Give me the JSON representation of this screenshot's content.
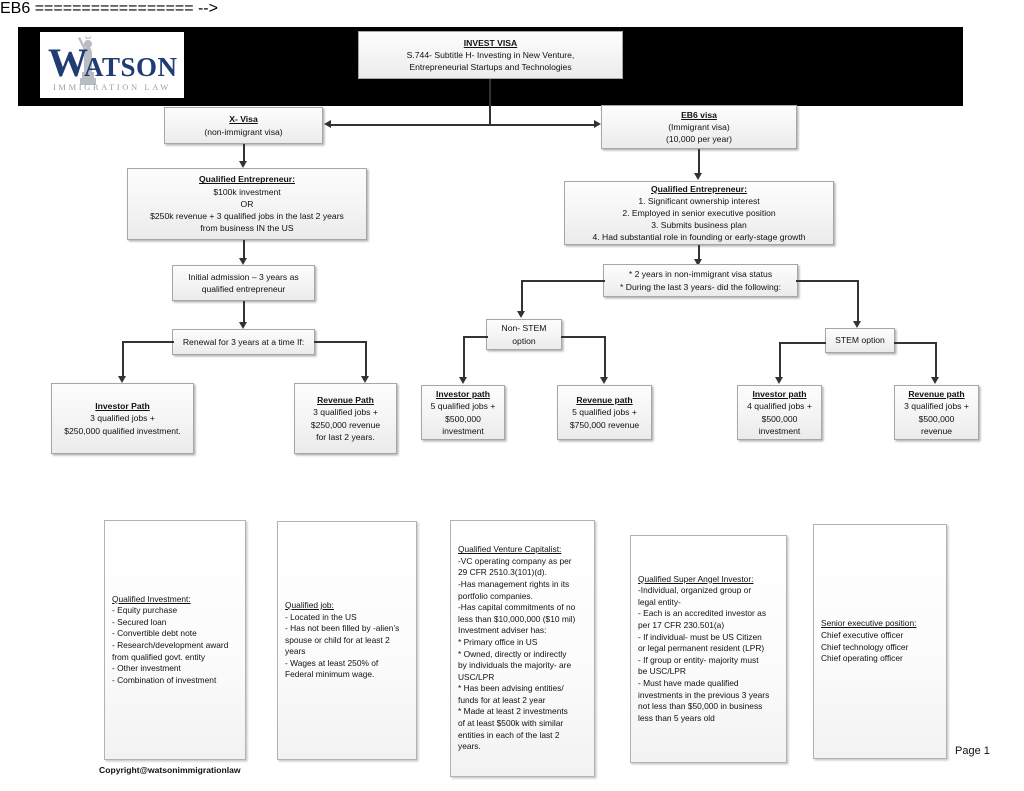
{
  "header": {
    "logo": {
      "brand": "W",
      "brand_rest": "ATSON",
      "tagline": "IMMIGRATION LAW",
      "icon": "statue-of-liberty-icon"
    },
    "title_box": {
      "heading": "INVEST VISA",
      "line1": "S.744- Subtitle H- Investing in New Venture,",
      "line2": "Entrepreneurial Startups and Technologies"
    }
  },
  "flow": {
    "x_visa": {
      "heading": "X- Visa",
      "line1": "(non-immigrant visa)"
    },
    "eb6_visa": {
      "heading": "EB6 visa",
      "line1": "(Immigrant visa)",
      "line2": "(10,000 per year)"
    },
    "x_qualified_entrepreneur": {
      "heading": "Qualified Entrepreneur:",
      "line1": "$100k investment",
      "line2": "OR",
      "line3": "$250k revenue + 3 qualified jobs in the last 2 years",
      "line4": "from business IN the US"
    },
    "eb6_qualified_entrepreneur": {
      "heading": "Qualified Entrepreneur:",
      "line1": "1. Significant ownership interest",
      "line2": "2. Employed in senior executive position",
      "line3": "3. Submits business plan",
      "line4": "4. Had substantial role in founding or early-stage growth"
    },
    "initial_admission": {
      "line1": "Initial admission – 3 years as",
      "line2": "qualified entrepreneur"
    },
    "renewal": {
      "line1": "Renewal for 3 years at a time If:"
    },
    "eb6_conditions": {
      "line1": "* 2 years in non-immigrant visa status",
      "line2": "* During the last 3 years- did the following:"
    },
    "non_stem_option": {
      "line1": "Non- STEM",
      "line2": "option"
    },
    "stem_option": {
      "line1": "STEM option"
    },
    "x_investor_path": {
      "heading": "Investor Path",
      "line1": "3 qualified jobs +",
      "line2": "$250,000 qualified investment."
    },
    "x_revenue_path": {
      "heading": "Revenue Path",
      "line1": "3 qualified jobs +",
      "line2": "$250,000 revenue",
      "line3": "for last 2 years."
    },
    "nonstem_investor_path": {
      "heading": "Investor path",
      "line1": "5 qualified jobs +",
      "line2": "$500,000",
      "line3": "investment"
    },
    "nonstem_revenue_path": {
      "heading": "Revenue path",
      "line1": "5 qualified jobs +",
      "line2": "$750,000 revenue"
    },
    "stem_investor_path": {
      "heading": "Investor path",
      "line1": "4 qualified jobs +",
      "line2": "$500,000",
      "line3": "investment"
    },
    "stem_revenue_path": {
      "heading": "Revenue path",
      "line1": "3 qualified jobs +",
      "line2": "$500,000",
      "line3": "revenue"
    }
  },
  "notes": {
    "qualified_investment": {
      "heading": "Qualified Investment:",
      "l1": "- Equity purchase",
      "l2": "- Secured loan",
      "l3": "- Convertible debt note",
      "l4": "- Research/development award",
      "l5": "from qualified govt. entity",
      "l6": "- Other investment",
      "l7": "- Combination of investment"
    },
    "qualified_job": {
      "heading": "Qualified job:",
      "l1": "- Located in the US",
      "l2": "- Has not been filled by -alien’s",
      "l3": "spouse or child for at least 2",
      "l4": "years",
      "l5": "- Wages at least 250% of",
      "l6": "Federal minimum wage."
    },
    "qualified_venture_capitalist": {
      "heading": "Qualified Venture Capitalist:",
      "l1": "-VC operating company as per",
      "l2": "29 CFR 2510.3(101)(d).",
      "l3": "-Has management rights in its",
      "l4": "portfolio companies.",
      "l5": "-Has capital commitments of no",
      "l6": "less than $10,000,000 ($10 mil)",
      "l7": "Investment adviser has:",
      "l8": "* Primary office in US",
      "l9": "* Owned, directly or indirectly",
      "l10": "by individuals the majority- are",
      "l11": "USC/LPR",
      "l12": "* Has been advising entities/",
      "l13": "funds for at least 2 year",
      "l14": "* Made at least 2 investments",
      "l15": "of at least $500k with similar",
      "l16": "entities in each of the last 2",
      "l17": "years."
    },
    "qualified_super_angel_investor": {
      "heading": "Qualified Super Angel Investor:",
      "l1": "-Individual, organized group or",
      "l2": "legal entity-",
      "l3": "- Each is an accredited investor as",
      "l4": "per 17 CFR 230.501(a)",
      "l5": "- If individual- must be US Citizen",
      "l6": "or legal permanent resident (LPR)",
      "l7": "- If group or entity- majority must",
      "l8": "be USC/LPR",
      "l9": "- Must have made qualified",
      "l10": "investments in the previous 3 years",
      "l11": "not less than $50,000 in business",
      "l12": "less than 5 years old"
    },
    "senior_executive_position": {
      "heading": "Senior executive position:",
      "l1": "Chief executive officer",
      "l2": "Chief technology officer",
      "l3": "Chief operating officer"
    }
  },
  "footer": {
    "copyright": "Copyright@watsonimmigrationlaw",
    "page": "Page 1"
  }
}
